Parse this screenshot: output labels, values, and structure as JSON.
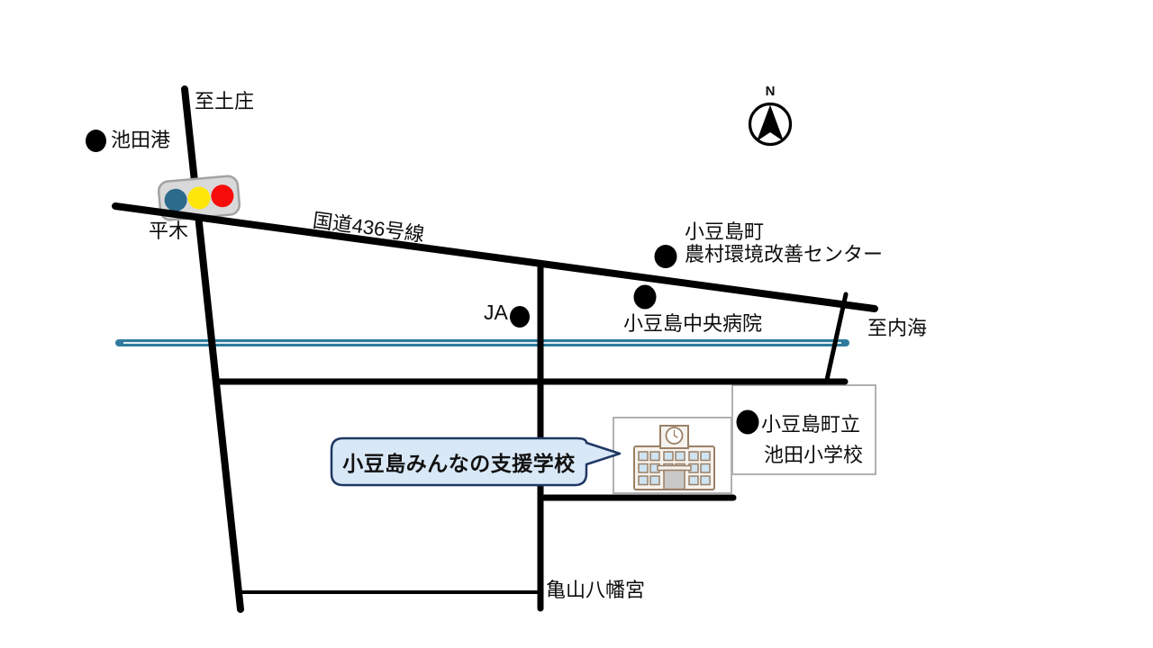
{
  "labels": {
    "to_tonosho": "至土庄",
    "ikeda_port": "池田港",
    "hiraki": "平木",
    "route_436": "国道436号線",
    "town_center_line1": "小豆島町",
    "town_center_line2": "農村環境改善センター",
    "ja": "JA",
    "hospital": "小豆島中央病院",
    "to_uchinomi": "至内海",
    "elementary_line1": "小豆島町立",
    "elementary_line2": "池田小学校",
    "shrine": "亀山八幡宮",
    "compass_n": "N"
  },
  "callout": {
    "school_name": "小豆島みんなの支援学校"
  },
  "colors": {
    "road": "#000000",
    "river": "#2e7b9d",
    "callout_fill": "#d9e8f6",
    "callout_border": "#1f3864",
    "signal_body": "#d9d9d9",
    "signal_blue": "#2d6b8c",
    "signal_yellow": "#ffe60a",
    "signal_red": "#f60d0a",
    "building_outline": "#9a8066",
    "building_window": "#cfe3f0",
    "box_border": "#b0b0b0"
  },
  "icons": {
    "traffic_light": "traffic-light-icon",
    "compass": "compass-north-icon",
    "school_building": "school-building-icon",
    "marker_dot": "location-dot-icon"
  }
}
